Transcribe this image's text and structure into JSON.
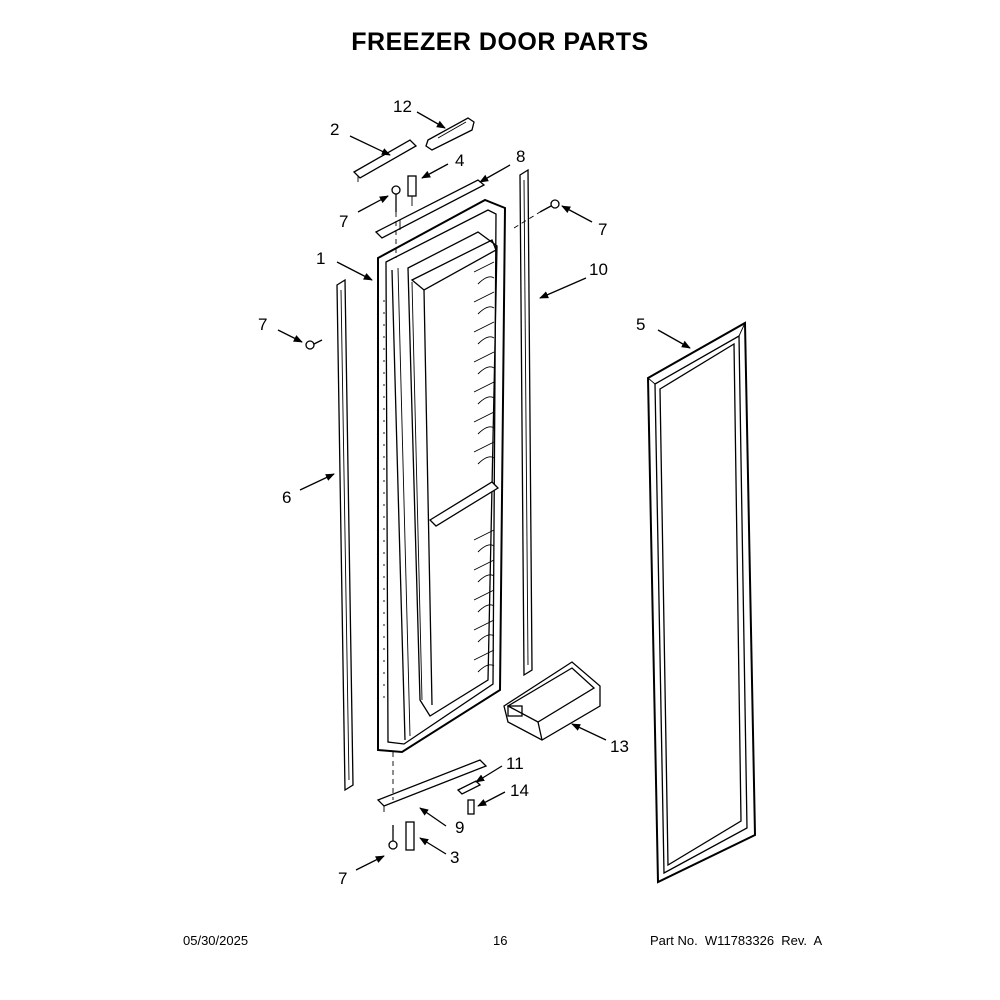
{
  "title": "FREEZER DOOR PARTS",
  "callouts": [
    {
      "key": "c1",
      "label": "1"
    },
    {
      "key": "c2",
      "label": "2"
    },
    {
      "key": "c3",
      "label": "3"
    },
    {
      "key": "c4",
      "label": "4"
    },
    {
      "key": "c5",
      "label": "5"
    },
    {
      "key": "c6",
      "label": "6"
    },
    {
      "key": "c7a",
      "label": "7"
    },
    {
      "key": "c7b",
      "label": "7"
    },
    {
      "key": "c7c",
      "label": "7"
    },
    {
      "key": "c7d",
      "label": "7"
    },
    {
      "key": "c8",
      "label": "8"
    },
    {
      "key": "c9",
      "label": "9"
    },
    {
      "key": "c10",
      "label": "10"
    },
    {
      "key": "c11",
      "label": "11"
    },
    {
      "key": "c12",
      "label": "12"
    },
    {
      "key": "c13",
      "label": "13"
    },
    {
      "key": "c14",
      "label": "14"
    }
  ],
  "footer": {
    "date": "05/30/2025",
    "page": "16",
    "part": "Part No.  W11783326  Rev.  A"
  }
}
